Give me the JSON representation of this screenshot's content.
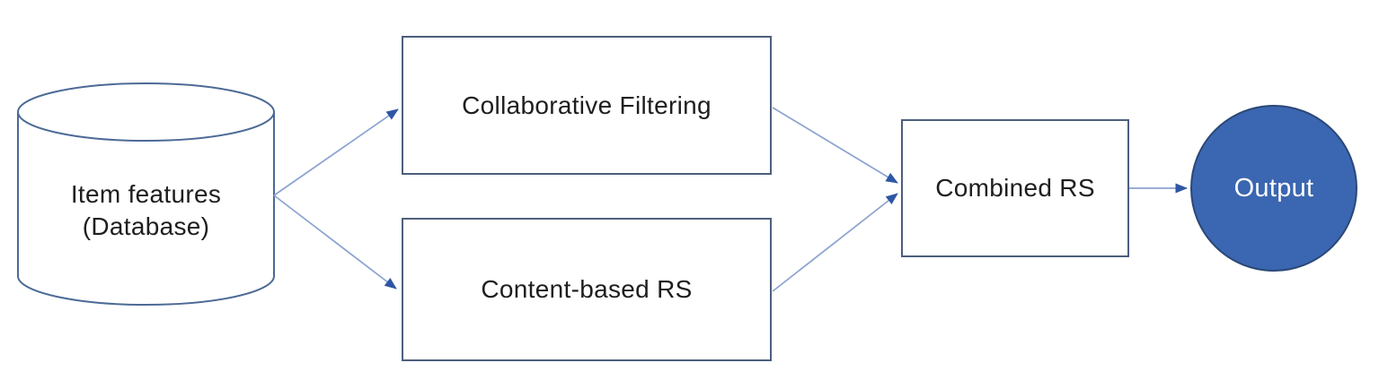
{
  "diagram": {
    "type": "flowchart",
    "nodes": {
      "item_features": {
        "shape": "cylinder",
        "line1": "Item features",
        "line2": "(Database)"
      },
      "collaborative_filtering": {
        "shape": "rectangle",
        "label": "Collaborative Filtering"
      },
      "content_based": {
        "shape": "rectangle",
        "label": "Content-based RS"
      },
      "combined": {
        "shape": "rectangle",
        "label": "Combined RS"
      },
      "output": {
        "shape": "circle",
        "label": "Output"
      }
    },
    "edges": [
      {
        "from": "item_features",
        "to": "collaborative_filtering"
      },
      {
        "from": "item_features",
        "to": "content_based"
      },
      {
        "from": "collaborative_filtering",
        "to": "combined"
      },
      {
        "from": "content_based",
        "to": "combined"
      },
      {
        "from": "combined",
        "to": "output"
      }
    ]
  },
  "colors": {
    "background": "#ffffff",
    "node_border": "#4d5f7d",
    "cylinder_border": "#4c6a96",
    "arrow_line": "#8ba3cf",
    "arrow_head": "#2e56a4",
    "output_fill": "#3b66b1",
    "output_border": "#2a4877",
    "output_text": "#ffffff",
    "label_text": "#1e1e1e"
  }
}
